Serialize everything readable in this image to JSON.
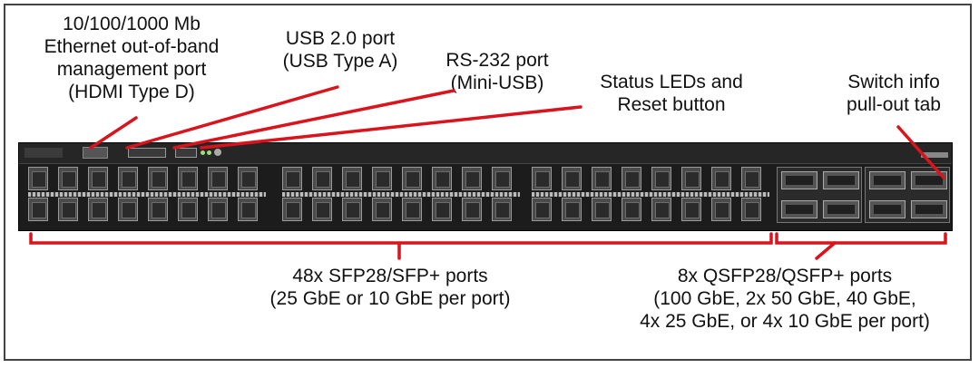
{
  "labels": {
    "mgmt": {
      "line1": "10/100/1000 Mb",
      "line2": "Ethernet out-of-band",
      "line3": "management port",
      "line4": "(HDMI Type D)"
    },
    "usb": {
      "line1": "USB 2.0 port",
      "line2": "(USB Type A)"
    },
    "rs232": {
      "line1": "RS-232 port",
      "line2": "(Mini-USB)"
    },
    "status": {
      "line1": "Status LEDs and",
      "line2": "Reset button"
    },
    "info_tab": {
      "line1": "Switch info",
      "line2": "pull-out tab"
    },
    "sfp": {
      "line1": "48x SFP28/SFP+ ports",
      "line2": "(25 GbE or 10 GbE per port)"
    },
    "qsfp": {
      "line1": "8x QSFP28/QSFP+ ports",
      "line2": "(100 GbE, 2x 50 GbE, 40 GbE,",
      "line3": "4x 25 GbE, or 4x 10 GbE per port)"
    }
  },
  "colors": {
    "callout": "#d9141c",
    "chassis": "#1c1c1c",
    "text": "#111111"
  }
}
